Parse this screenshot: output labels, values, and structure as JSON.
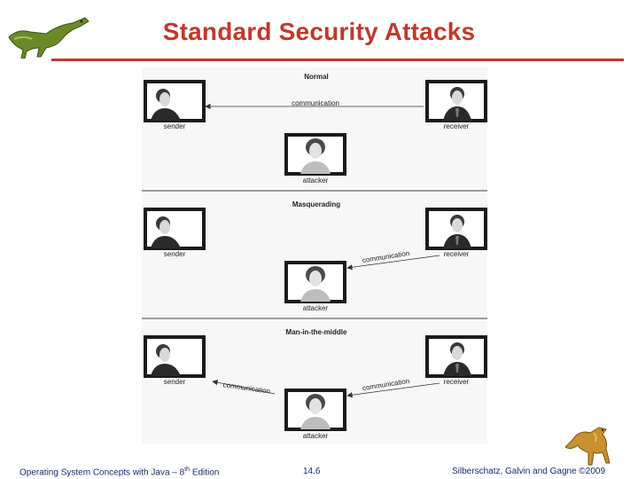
{
  "slide": {
    "title": "Standard Security Attacks"
  },
  "diagram": {
    "panels": [
      {
        "title": "Normal",
        "sender_label": "sender",
        "receiver_label": "receiver",
        "attacker_label": "attacker",
        "communication_labels": [
          "communication"
        ]
      },
      {
        "title": "Masquerading",
        "sender_label": "sender",
        "receiver_label": "receiver",
        "attacker_label": "attacker",
        "communication_labels": [
          "communication"
        ]
      },
      {
        "title": "Man-in-the-middle",
        "sender_label": "sender",
        "receiver_label": "receiver",
        "attacker_label": "attacker",
        "communication_labels": [
          "communication",
          "communication"
        ]
      }
    ]
  },
  "footer": {
    "left_prefix": "Operating System Concepts  with Java – 8",
    "left_sup": "th",
    "left_suffix": " Edition",
    "page_number": "14.6",
    "right": "Silberschatz, Galvin and Gagne ©2009"
  },
  "icons": {
    "logo": "dinosaur-logo-icon",
    "person": "person-portrait-icon"
  },
  "colors": {
    "title": "#c0392b",
    "footer_text": "#1a2a6c",
    "frame": "#1b1b1b"
  }
}
